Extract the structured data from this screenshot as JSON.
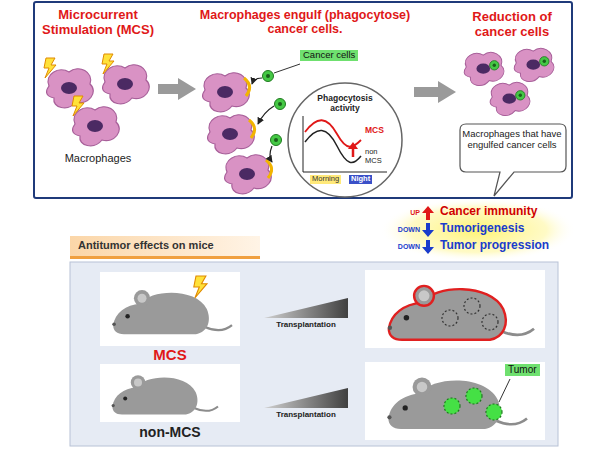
{
  "diagram": {
    "nodes": [
      {
        "text": [
          "Microcurrent Stimulation (MCS)",
          "Macrophages"
        ]
      },
      {
        "text": [
          "Macrophages engulf (phagocytose) cancer cells.",
          "Cancer cells"
        ]
      },
      {
        "text": [
          "Phagocytosis activity",
          "MCS",
          "non MCS",
          "Morning",
          "Night"
        ],
        "in": 1
      },
      {
        "text": [
          "Reduction of cancer cells",
          "Macrophages that have engulfed cancer cells"
        ]
      },
      {
        "text": [
          "Antitumor effects on mice"
        ]
      },
      {
        "text": [
          "MCS"
        ],
        "in": 4
      },
      {
        "text": [
          "Transplantation"
        ],
        "in": 4
      },
      {
        "text": [
          "non-MCS"
        ],
        "in": 4
      },
      {
        "text": [
          "Transplantation"
        ],
        "in": 4
      },
      {
        "text": [
          "Tumor"
        ],
        "in": 4
      }
    ],
    "edges": [
      {
        "from": 0,
        "to": 1,
        "arrow": "to"
      },
      {
        "from": 1,
        "to": 3,
        "arrow": "to"
      }
    ],
    "labels": [
      "UP",
      "Cancer immunity",
      "DOWN",
      "Tumorigenesis",
      "DOWN",
      "Tumor progression"
    ]
  }
}
